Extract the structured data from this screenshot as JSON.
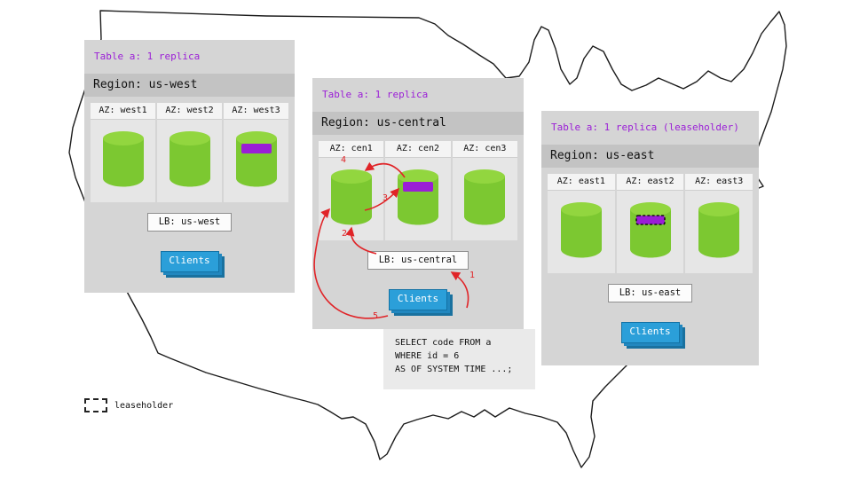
{
  "panels": {
    "west": {
      "table_label": "Table a: 1 replica",
      "region_label": "Region: us-west",
      "azs": [
        {
          "label": "AZ: west1"
        },
        {
          "label": "AZ: west2"
        },
        {
          "label": "AZ: west3",
          "replica": true
        }
      ],
      "lb_label": "LB: us-west",
      "clients_label": "Clients"
    },
    "central": {
      "table_label": "Table a: 1 replica",
      "region_label": "Region: us-central",
      "azs": [
        {
          "label": "AZ: cen1"
        },
        {
          "label": "AZ: cen2",
          "replica": true
        },
        {
          "label": "AZ: cen3"
        }
      ],
      "lb_label": "LB: us-central",
      "clients_label": "Clients"
    },
    "east": {
      "table_label": "Table a: 1 replica (leaseholder)",
      "region_label": "Region: us-east",
      "azs": [
        {
          "label": "AZ: east1"
        },
        {
          "label": "AZ: east2",
          "replica": true,
          "leaseholder": true
        },
        {
          "label": "AZ: east3"
        }
      ],
      "lb_label": "LB: us-east",
      "clients_label": "Clients"
    }
  },
  "flow_steps": [
    "1",
    "2",
    "3",
    "4",
    "5"
  ],
  "sql_note": {
    "lines": [
      "SELECT code FROM a",
      "WHERE id = 6",
      "AS OF SYSTEM TIME ...;"
    ]
  },
  "legend": {
    "label": "leaseholder"
  },
  "colors": {
    "replica_band": "#9a1ed6",
    "table_label_text": "#9b1fd6",
    "cylinder_body": "#7cc831",
    "cylinder_top": "#92d63f",
    "clients_blue": "#2b9fd9",
    "arrow_red": "#e02428",
    "panel_gray": "#d5d5d5",
    "region_bar_gray": "#c3c3c3"
  }
}
